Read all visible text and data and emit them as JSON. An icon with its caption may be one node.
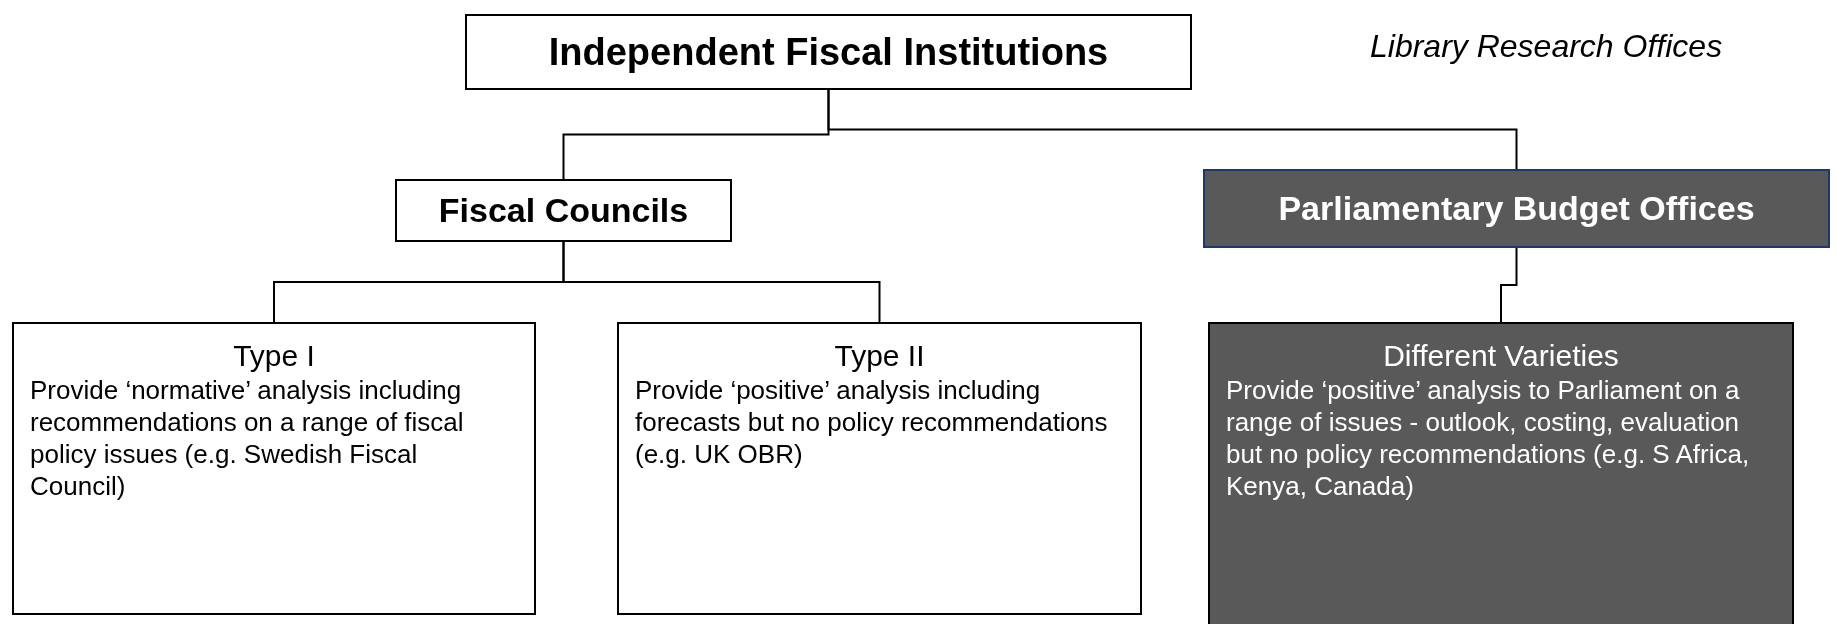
{
  "diagram": {
    "nodes": [
      {
        "text": [
          "Independent Fiscal Institutions"
        ]
      },
      {
        "text": [
          "Fiscal Councils"
        ]
      },
      {
        "text": [
          "Parliamentary Budget Offices"
        ]
      },
      {
        "text": [
          "Type I",
          "Provide ‘normative’ analysis including recommendations on a range of fiscal policy issues (e.g. Swedish Fiscal Council)"
        ]
      },
      {
        "text": [
          "Type II",
          "Provide ‘positive’ analysis including forecasts but no policy recommendations (e.g. UK OBR)"
        ]
      },
      {
        "text": [
          "Different Varieties",
          "Provide ‘positive’ analysis to Parliament on a range of issues - outlook, costing, evaluation but no policy recommendations (e.g. S Africa, Kenya, Canada)"
        ]
      }
    ],
    "edges": [
      {
        "from": 0,
        "to": 1,
        "arrow": "none"
      },
      {
        "from": 0,
        "to": 2,
        "arrow": "none"
      },
      {
        "from": 1,
        "to": 3,
        "arrow": "none"
      },
      {
        "from": 1,
        "to": 4,
        "arrow": "none"
      },
      {
        "from": 2,
        "to": 5,
        "arrow": "none"
      }
    ],
    "labels": [
      "Library Research Offices"
    ]
  }
}
